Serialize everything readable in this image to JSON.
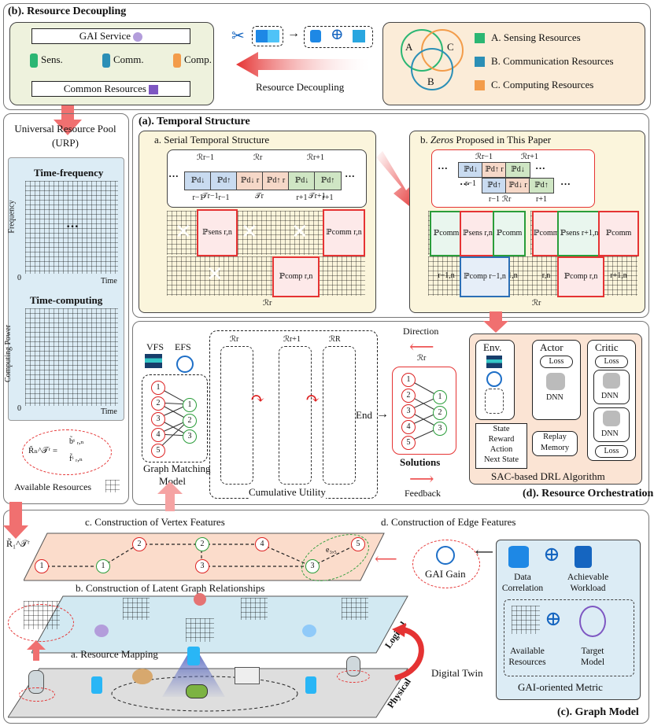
{
  "b": {
    "title": "(b). Resource Decoupling",
    "gai_service": "GAI Service",
    "sens": "Sens.",
    "comm": "Comm.",
    "comp": "Comp.",
    "common": "Common Resources",
    "decoupling": "Resource Decoupling",
    "venn": [
      "A",
      "B",
      "C"
    ],
    "legend": [
      "A. Sensing Resources",
      "B. Communication Resources",
      "C. Computing Resources"
    ]
  },
  "urp": {
    "title1": "Universal Resource Pool",
    "title2": "(URP)",
    "tf_title": "Time-frequency",
    "tf_y": "Frequency",
    "tf_x": "Time",
    "tf_zero": "0",
    "dots": "···",
    "tc_title": "Time-computing",
    "tc_y": "Computing Power",
    "tc_x": "Time",
    "tc_zero": "0",
    "formula_lhs": "R̃ₙ^𝒯ʳ =",
    "formula_b": "b̃ˢ ᵣ,ₙ",
    "formula_f": "f̃ˢ ᵣ,ₙ",
    "available": "Available Resources"
  },
  "a": {
    "title": "(a). Temporal Structure",
    "serial_title": "a. Serial Temporal Structure",
    "zeros_prefix": "b. ",
    "zeros_italic": "Zeros",
    "zeros_suffix": " Proposed in This Paper",
    "serial_r_labels": [
      "ℛr−1",
      "ℛr",
      "ℛr+1"
    ],
    "serial_cells": [
      "ℙd↓ r−1",
      "ℙd↑ r−1",
      "ℙd↓ r",
      "ℙd↑ r",
      "ℙd↓ r+1",
      "ℙd↑ r+1"
    ],
    "serial_t_labels": [
      "𝒯r−1",
      "𝒯r",
      "𝒯r+1"
    ],
    "ellipsis": "···",
    "serial_blocks": [
      "ℙsens r,n",
      "ℙcomm r,n",
      "ℙcomp r,n"
    ],
    "serial_axis": "ℛr",
    "zeros_r_labels": [
      "ℛr−1",
      "ℛr+1",
      "ℛr"
    ],
    "zeros_cells_top": [
      "ℙd↓ r−1",
      "ℙd↑ r",
      "ℙd↓ r+1"
    ],
    "zeros_cells_bot": [
      "ℙd↑ r−1",
      "ℙd↓ r",
      "ℙd↑ r+1"
    ],
    "zeros_blocks": [
      "ℙcomm r−1,n",
      "ℙsens r,n",
      "ℙcomm r−1,n",
      "ℙcomm r,n",
      "ℙsens r+1,n",
      "ℙcomm r+1,n"
    ],
    "zeros_comp": [
      "ℙcomp r−1,n",
      "ℙcomp r,n"
    ],
    "zeros_axis": "ℛr"
  },
  "d": {
    "title": "(d). Resource  Orchestration",
    "vfs": "VFS",
    "efs": "EFS",
    "graph_matching": "Graph Matching",
    "model": "Model",
    "rounds": [
      "ℛr",
      "ℛr+1",
      "ℛR"
    ],
    "end": "End",
    "cumulative": "Cumulative Utility",
    "direction": "Direction",
    "feedback": "Feedback",
    "solutions": "Solutions",
    "sol_round": "ℛr",
    "left_nodes": [
      "1",
      "2",
      "3",
      "4",
      "5"
    ],
    "right_nodes": [
      "1",
      "2",
      "3"
    ],
    "env": "Env.",
    "actor": "Actor",
    "critic": "Critic",
    "loss": "Loss",
    "dnn": "DNN",
    "state_lines": [
      "State",
      "Reward",
      "Action",
      "Next State"
    ],
    "replay": [
      "Replay",
      "Memory"
    ],
    "sac": "SAC-based DRL Algorithm"
  },
  "c": {
    "title": "(c). Graph Model",
    "vertex": "c. Construction of Vertex Features",
    "edge": "d. Construction of Edge Features",
    "latent": "b. Construction of Latent Graph Relationships",
    "mapping": "a. Resource Mapping",
    "r1": "R̃₁^𝒯ʳ",
    "top_nodes_red": [
      "1",
      "2",
      "3",
      "4",
      "5"
    ],
    "top_nodes_green": [
      "1",
      "2",
      "3"
    ],
    "edge_label": "e₃,₅",
    "gai_gain": "GAI Gain",
    "data_corr": [
      "Data",
      "Correlation"
    ],
    "achievable": [
      "Achievable",
      "Workload"
    ],
    "avail": [
      "Available",
      "Resources"
    ],
    "target": [
      "Target",
      "Model"
    ],
    "metric": "GAI-oriented Metric",
    "logical": "Logical",
    "physical": "Physical",
    "twin": "Digital Twin"
  },
  "colors": {
    "red": "#e53333",
    "green": "#2a9d3a",
    "panel_b_left": "#eef2dd",
    "panel_b_right": "#fbecd8",
    "panel_a": "#fbf5dc",
    "panel_d_right": "#fbe4d4",
    "panel_c_metric": "#dcecf5",
    "logical_plane": "#d2e9f2",
    "vertex_plane": "#fbdccb"
  }
}
